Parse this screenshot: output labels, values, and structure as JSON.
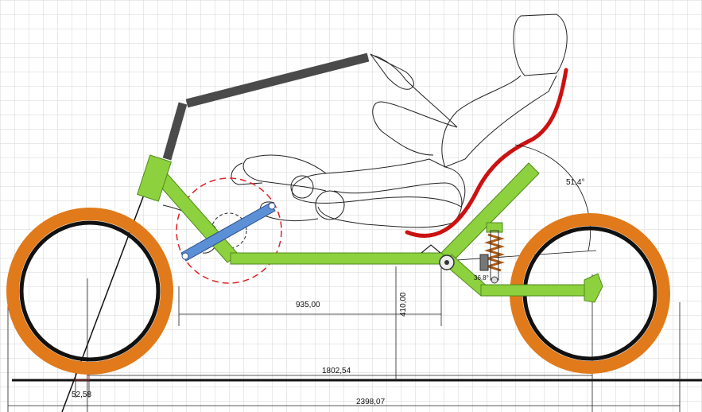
{
  "dimensions": {
    "chainstay_length": "935,00",
    "seat_height": "410,00",
    "wheelbase": "1802,54",
    "overall_length": "2398,07",
    "trail": "52,58"
  },
  "angles": {
    "seat_angle": "51,4°",
    "shock_angle": "36,8°"
  },
  "colors": {
    "grid": "#d5d5d5",
    "tire": "#e07a1a",
    "rim": "#111111",
    "frame": "#8dd13e",
    "frame_stroke": "#4f8a1c",
    "boom": "#5b8fd6",
    "fork": "#4a4a4a",
    "seat": "#cc1111",
    "crank_circle": "#e02020"
  }
}
